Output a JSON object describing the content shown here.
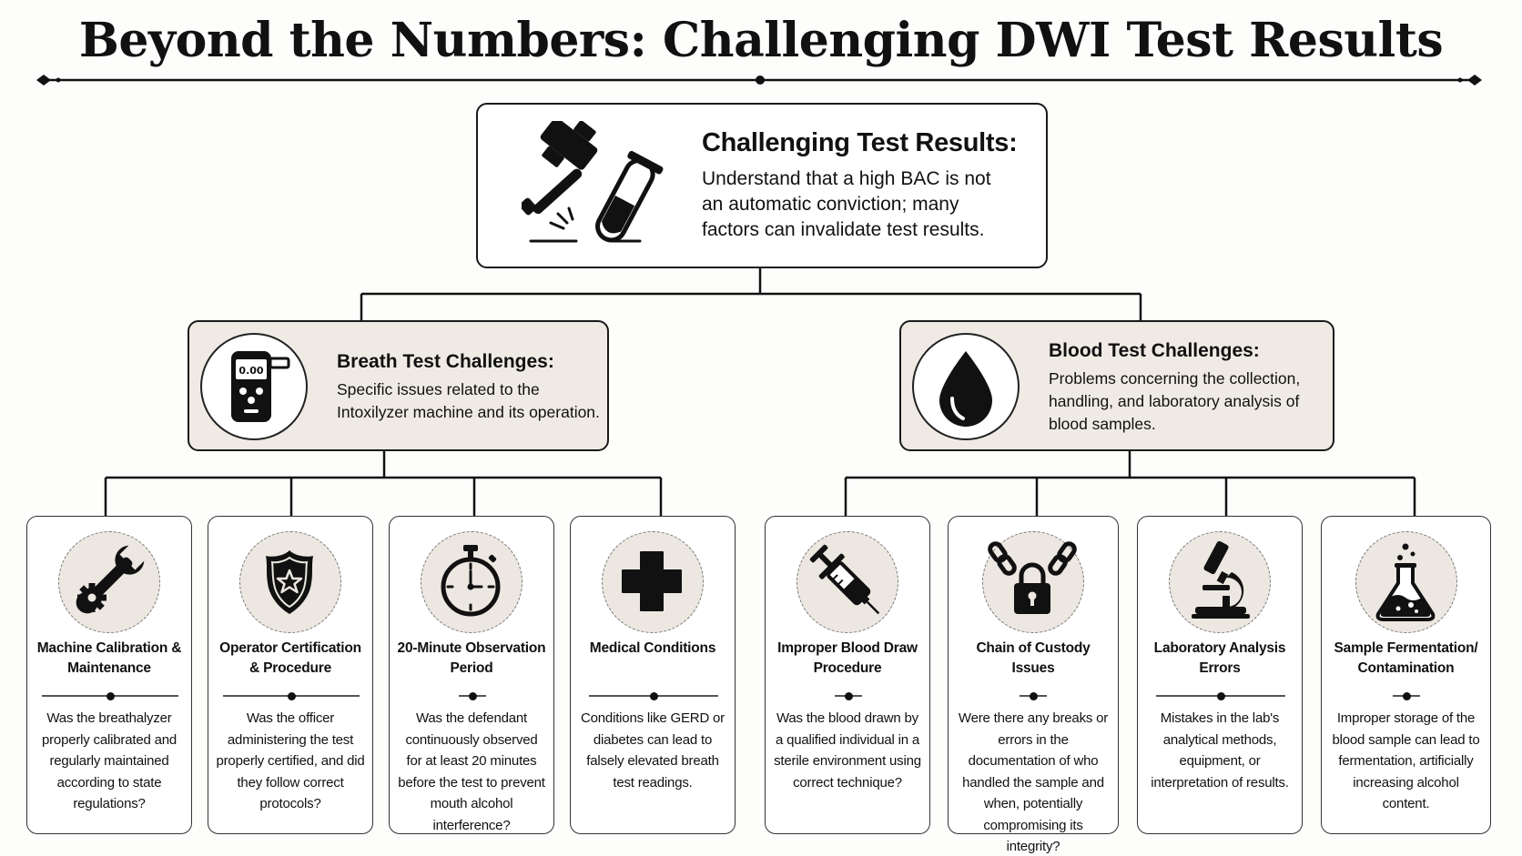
{
  "title": "Beyond the Numbers: Challenging DWI Test Results",
  "top": {
    "icon": "gavel-test-tube-icon",
    "title": "Challenging Test Results:",
    "description": "Understand that a high BAC is not an automatic conviction; many factors can invalidate test results."
  },
  "breath": {
    "icon": "breathalyzer-icon",
    "icon_reading": "0.00",
    "title": "Breath Test Challenges:",
    "description": "Specific issues related to the Intoxilyzer machine and its operation.",
    "items": [
      {
        "icon": "wrench-gear-icon",
        "title": "Machine Calibration & Maintenance",
        "description": "Was the breathalyzer properly calibrated and regularly maintained according to state regulations?"
      },
      {
        "icon": "police-badge-icon",
        "title": "Operator Certification & Procedure",
        "description": "Was the officer administering the test properly certified, and did they follow correct protocols?"
      },
      {
        "icon": "stopwatch-icon",
        "title": "20-Minute Observation Period",
        "description": "Was the defendant continuously observed for at least 20 minutes before the test to prevent mouth alcohol interference?"
      },
      {
        "icon": "medical-cross-icon",
        "title": "Medical Conditions",
        "description": "Conditions like GERD or diabetes can lead to falsely elevated breath test readings."
      }
    ]
  },
  "blood": {
    "icon": "blood-drop-icon",
    "title": "Blood Test Challenges:",
    "description": "Problems concerning the collection, handling, and laboratory analysis of blood samples.",
    "items": [
      {
        "icon": "syringe-icon",
        "title": "Improper Blood Draw Procedure",
        "description": "Was the blood drawn by a qualified individual in a sterile environment using correct technique?"
      },
      {
        "icon": "chain-padlock-icon",
        "title": "Chain of Custody Issues",
        "description": "Were there any breaks or errors in the documentation of who handled the sample and when, potentially compromising its integrity?"
      },
      {
        "icon": "microscope-icon",
        "title": "Laboratory Analysis Errors",
        "description": "Mistakes in the lab's analytical methods, equipment, or interpretation of results."
      },
      {
        "icon": "flask-bubbles-icon",
        "title": "Sample Fermentation/ Contamination",
        "description": "Improper storage of the blood sample can lead to fermentation, artificially increasing alcohol content."
      }
    ]
  },
  "colors": {
    "ink": "#111111",
    "panel": "#efebe4",
    "icon_circle": "#ece8e1",
    "background": "#fdfdfc"
  }
}
